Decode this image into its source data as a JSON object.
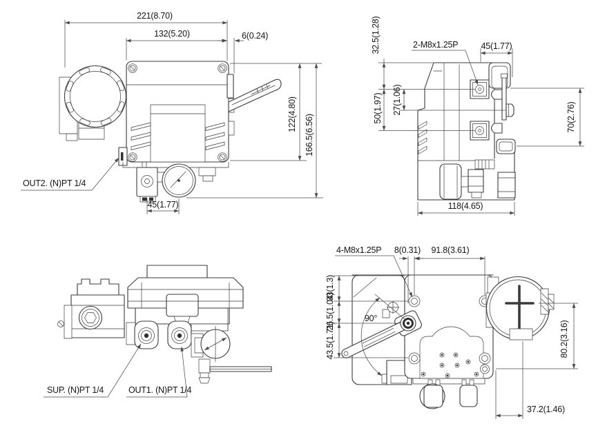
{
  "drawing": {
    "background": "#ffffff",
    "line_color": "#3a3a3a",
    "dim_line_color": "#4a4a4a",
    "text_color": "#141414"
  },
  "views": {
    "front": {
      "dim_overall_width": "221(8.70)",
      "dim_body_width": "132(5.20)",
      "dim_lever_offset": "6(0.24)",
      "dim_body_height": "122(4.80)",
      "dim_overall_height": "166.5(6.56)",
      "dim_port_spacing": "45(1.77)",
      "label_out2_port": "OUT2. (N)PT 1/4"
    },
    "side": {
      "dim_top_to_hole": "32.5(1.28)",
      "label_mount_thread": "2-M8x1.25P",
      "dim_boss_to_lever": "45(1.77)",
      "dim_hole_spacing_v": "50(1.97)",
      "dim_hole_to_pivot": "27(1.06)",
      "dim_lever_span": "70(2.76)",
      "dim_depth": "118(4.65)"
    },
    "bottom": {
      "label_sup_port": "SUP. (N)PT 1/4",
      "label_out1_port": "OUT1. (N)PT 1/4"
    },
    "back": {
      "label_mount_thread": "4-M8x1.25P",
      "dim_pivot_offset": "8(0.31)",
      "dim_hole_spacing_h": "91.8(3.61)",
      "dim_top_to_hole": "33(1.3)",
      "dim_hole_to_pivot": "26.5(1.04)",
      "dim_pivot_to_hole": "43.5(1.71)",
      "angle_lever_travel": "90°",
      "dim_cover_height": "80.2(3.16)",
      "dim_cover_offset": "37.2(1.46)"
    }
  }
}
